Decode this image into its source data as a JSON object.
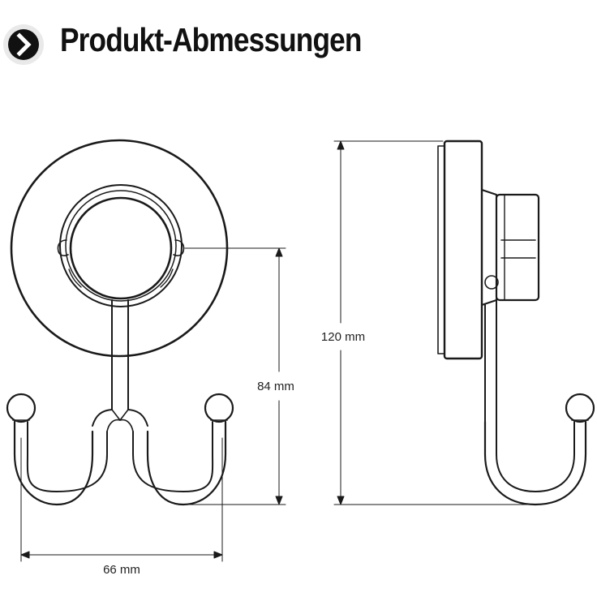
{
  "header": {
    "title": "Produkt-Abmessungen",
    "icon": "chevron-right-icon"
  },
  "dimensions": {
    "width_label": "66 mm",
    "hook_height_label": "84 mm",
    "total_height_label": "120 mm"
  },
  "colors": {
    "line": "#1a1a1a",
    "badge_bg": "#e9e9e9",
    "badge_fg": "#111111"
  }
}
